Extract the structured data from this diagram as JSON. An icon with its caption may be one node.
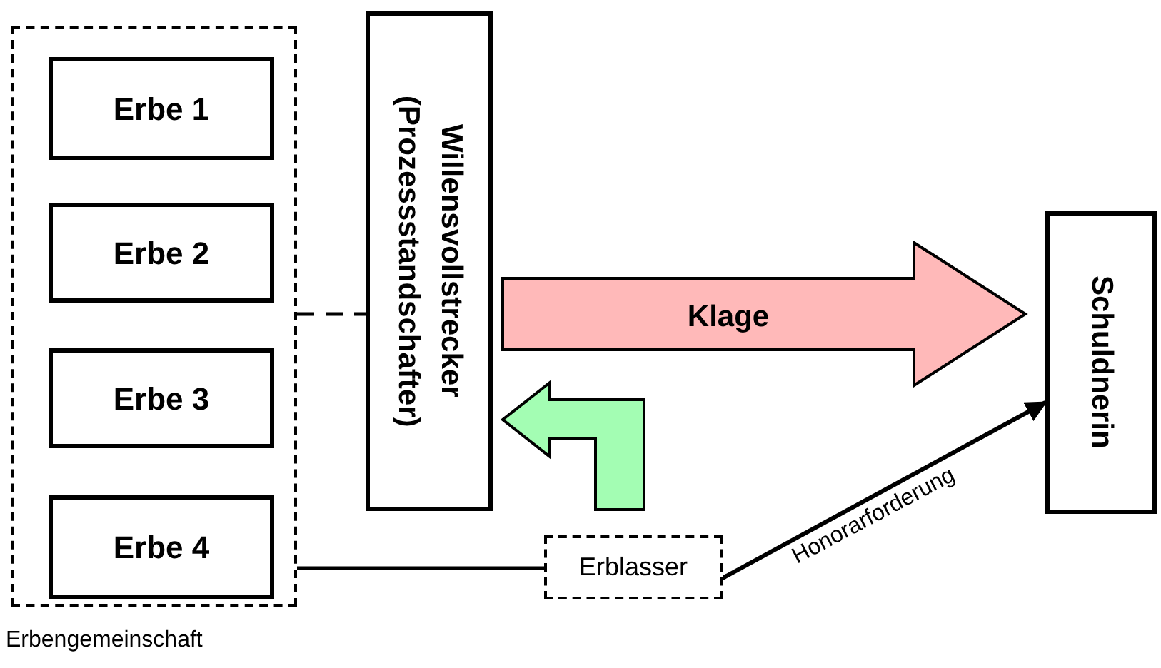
{
  "diagram": {
    "nodes": [
      {
        "text": [
          "Erbengemeinschaft"
        ]
      },
      {
        "text": [
          "Erbe 1"
        ],
        "in": 0
      },
      {
        "text": [
          "Erbe 2"
        ],
        "in": 0
      },
      {
        "text": [
          "Erbe 3"
        ],
        "in": 0
      },
      {
        "text": [
          "Erbe 4"
        ],
        "in": 0
      },
      {
        "text": [
          "Willensvollstrecker (Prozessstandschafter)"
        ]
      },
      {
        "text": [
          "Schuldnerin"
        ]
      },
      {
        "text": [
          "Erblasser"
        ]
      }
    ],
    "edges": [
      {
        "from": 0,
        "to": 5,
        "arrow": "none",
        "style": "dashed"
      },
      {
        "from": 5,
        "to": 6,
        "arrow": "to",
        "label": "Klage",
        "style": "thick",
        "color": "#ffb9b9"
      },
      {
        "from": null,
        "to": 5,
        "arrow": "to",
        "style": "thick",
        "color": "#a3fdb3"
      },
      {
        "from": 0,
        "to": 7,
        "arrow": "none"
      },
      {
        "from": 7,
        "to": 6,
        "arrow": "to",
        "label": "Honorarforderung"
      }
    ]
  }
}
